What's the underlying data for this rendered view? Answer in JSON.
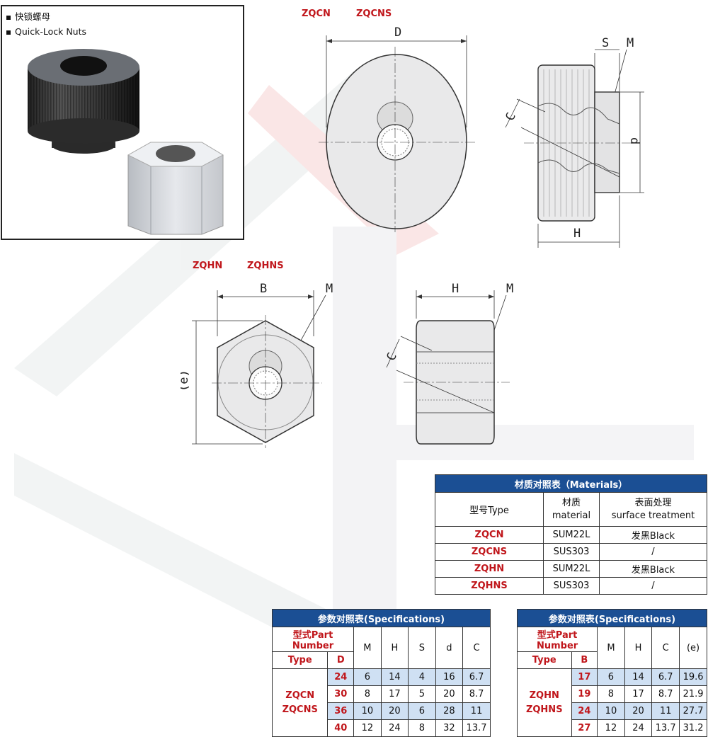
{
  "legend": {
    "zh": "快锁螺母",
    "en": "Quick-Lock Nuts"
  },
  "series_top": [
    "ZQCN",
    "ZQCNS"
  ],
  "series_bottom": [
    "ZQHN",
    "ZQHNS"
  ],
  "dims": {
    "D": "D",
    "S": "S",
    "M": "M",
    "C": "C",
    "d": "d",
    "H": "H",
    "B": "B",
    "e": "(e)"
  },
  "colors": {
    "accent_red": "#c0161b",
    "header_blue": "#1b4f94",
    "row_highlight": "#cfe0f3"
  },
  "materials": {
    "title": "材质对照表（Materials）",
    "col_type": "型号Type",
    "col_material": [
      "材质",
      "material"
    ],
    "col_surface": [
      "表面处理",
      "surface treatment"
    ],
    "rows": [
      {
        "type": "ZQCN",
        "material": "SUM22L",
        "surface": "发黑Black"
      },
      {
        "type": "ZQCNS",
        "material": "SUS303",
        "surface": "/"
      },
      {
        "type": "ZQHN",
        "material": "SUM22L",
        "surface": "发黑Black"
      },
      {
        "type": "ZQHNS",
        "material": "SUS303",
        "surface": "/"
      }
    ]
  },
  "spec_left": {
    "title": "参数对照表(Specifications)",
    "part_number": "型式Part Number",
    "type_label": "Type",
    "key_label": "D",
    "cols": [
      "M",
      "H",
      "S",
      "d",
      "C"
    ],
    "type_values": [
      "ZQCN",
      "ZQCNS"
    ],
    "rows": [
      {
        "key": "24",
        "vals": [
          "6",
          "14",
          "4",
          "16",
          "6.7"
        ]
      },
      {
        "key": "30",
        "vals": [
          "8",
          "17",
          "5",
          "20",
          "8.7"
        ]
      },
      {
        "key": "36",
        "vals": [
          "10",
          "20",
          "6",
          "28",
          "11"
        ]
      },
      {
        "key": "40",
        "vals": [
          "12",
          "24",
          "8",
          "32",
          "13.7"
        ]
      }
    ]
  },
  "spec_right": {
    "title": "参数对照表(Specifications)",
    "part_number": "型式Part Number",
    "type_label": "Type",
    "key_label": "B",
    "cols": [
      "M",
      "H",
      "C",
      "(e)"
    ],
    "type_values": [
      "ZQHN",
      "ZQHNS"
    ],
    "rows": [
      {
        "key": "17",
        "vals": [
          "6",
          "14",
          "6.7",
          "19.6"
        ]
      },
      {
        "key": "19",
        "vals": [
          "8",
          "17",
          "8.7",
          "21.9"
        ]
      },
      {
        "key": "24",
        "vals": [
          "10",
          "20",
          "11",
          "27.7"
        ]
      },
      {
        "key": "27",
        "vals": [
          "12",
          "24",
          "13.7",
          "31.2"
        ]
      }
    ]
  }
}
